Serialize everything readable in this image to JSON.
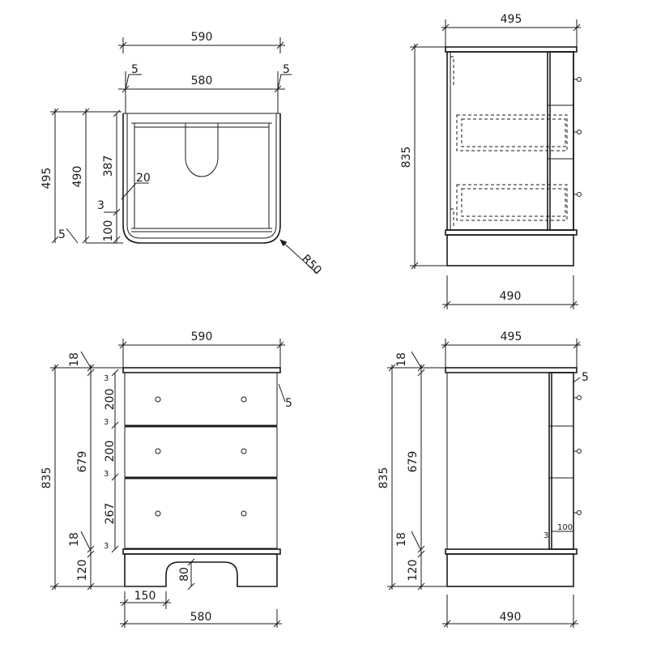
{
  "views": {
    "top": {
      "width_outer": "590",
      "edge_left": "5",
      "edge_right": "5",
      "width_inner": "580",
      "depth_total": "495",
      "depth_body": "490",
      "depth_drawer": "387",
      "panel": "20",
      "gap": "3",
      "rail": "100",
      "base_gap": "5",
      "radius": "R50"
    },
    "side_section": {
      "depth_top": "495",
      "height": "835",
      "depth_bottom": "490"
    },
    "front": {
      "width_top": "590",
      "top_thickness": "18",
      "gap": "3",
      "drawer1": "200",
      "drawer2": "200",
      "drawer3": "267",
      "carcass": "679",
      "height": "835",
      "bottom_panel": "18",
      "plinth": "120",
      "cutout_height": "80",
      "cutout_width": "150",
      "width_bottom": "580",
      "overhang": "5"
    },
    "side": {
      "depth_top": "495",
      "top_thickness": "18",
      "overhang": "5",
      "carcass": "679",
      "height": "835",
      "bottom_panel": "18",
      "plinth": "120",
      "front_depth": "100",
      "gap": "3",
      "depth_bottom": "490"
    }
  },
  "colors": {
    "line": "#1a1a1a",
    "flute": "#7a7a7a",
    "background": "#ffffff"
  }
}
